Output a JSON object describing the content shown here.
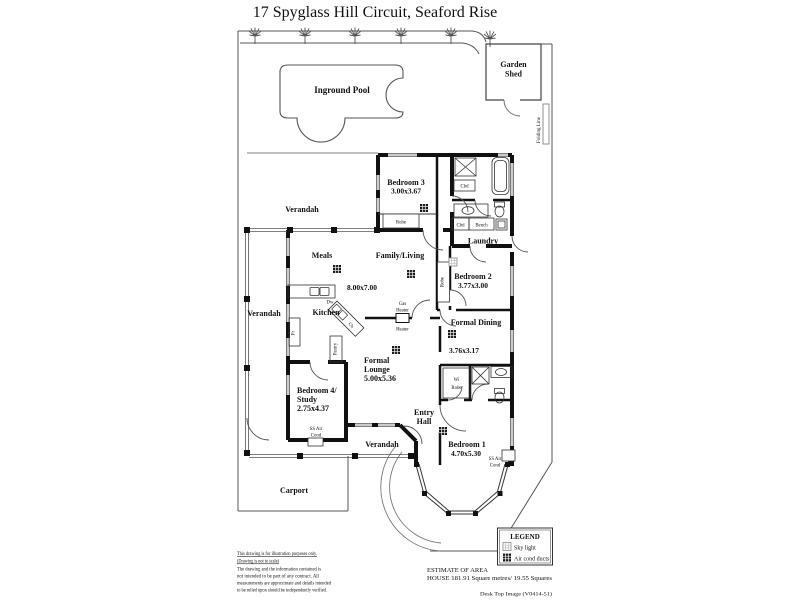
{
  "title": "17 Spyglass Hill Circuit,  Seaford Rise",
  "site": {
    "pool_label": "Inground Pool",
    "shed_lines": [
      "Garden",
      "Shed"
    ],
    "folding_line_label": "Folding Line",
    "carport_label": "Carport",
    "verandah_label": "Verandah"
  },
  "rooms": {
    "bedroom3": {
      "name": "Bedroom 3",
      "dims": "3.00x3.67"
    },
    "meals": "Meals",
    "family_living": "Family/Living",
    "living_area_dims": "8.00x7.00",
    "kitchen": "Kitchen",
    "laundry": "Laundry",
    "bedroom2": {
      "name": "Bedroom 2",
      "dims": "3.77x3.00"
    },
    "formal_dining": {
      "name": "Formal Dining",
      "dims": "3.76x3.17"
    },
    "formal_lounge_lines": [
      "Formal",
      "Lounge",
      "5.00x5.36"
    ],
    "bedroom4_lines": [
      "Bedroom 4/",
      "Study",
      "2.75x4.37"
    ],
    "entry_lines": [
      "Entry",
      "Hall"
    ],
    "bedroom1": {
      "name": "Bedroom 1",
      "dims": "4.70x5.30"
    }
  },
  "fixtures": {
    "robe": "Robe",
    "wi_robe_lines": [
      "Wi",
      "Robe"
    ],
    "cbd": "Cbd",
    "bench": "Bench",
    "dw": "Dw",
    "fr": "Fr",
    "cb": "Cb",
    "pantry": "Pantry",
    "gas_heater_lines": [
      "Gas",
      "Heater"
    ],
    "ss_air_cond_lines": [
      "SS Air",
      "Cond"
    ]
  },
  "legend": {
    "title": "LEGEND",
    "items": [
      {
        "icon": "skylight-icon",
        "label": "Sky light"
      },
      {
        "icon": "air-cond-duct-icon",
        "label": "Air cond ducts"
      }
    ]
  },
  "footer": {
    "disclaimer_lines": [
      "This drawing is for illustration purposes only.",
      "(Drawing is not to scale)",
      "The drawing and the information contained is",
      "not intended to be part of any contract.  All",
      "measurements are approximate and details intended",
      "to be relied upon should be independently verified."
    ],
    "estimate_title": "ESTIMATE OF AREA",
    "estimate_value": "HOUSE  181.91 Square metres/ 19.55 Squares",
    "credit": "Desk Top Image  (V0414-51)"
  },
  "colors": {
    "wall": "#111111",
    "line": "#555555",
    "background": "#ffffff"
  }
}
